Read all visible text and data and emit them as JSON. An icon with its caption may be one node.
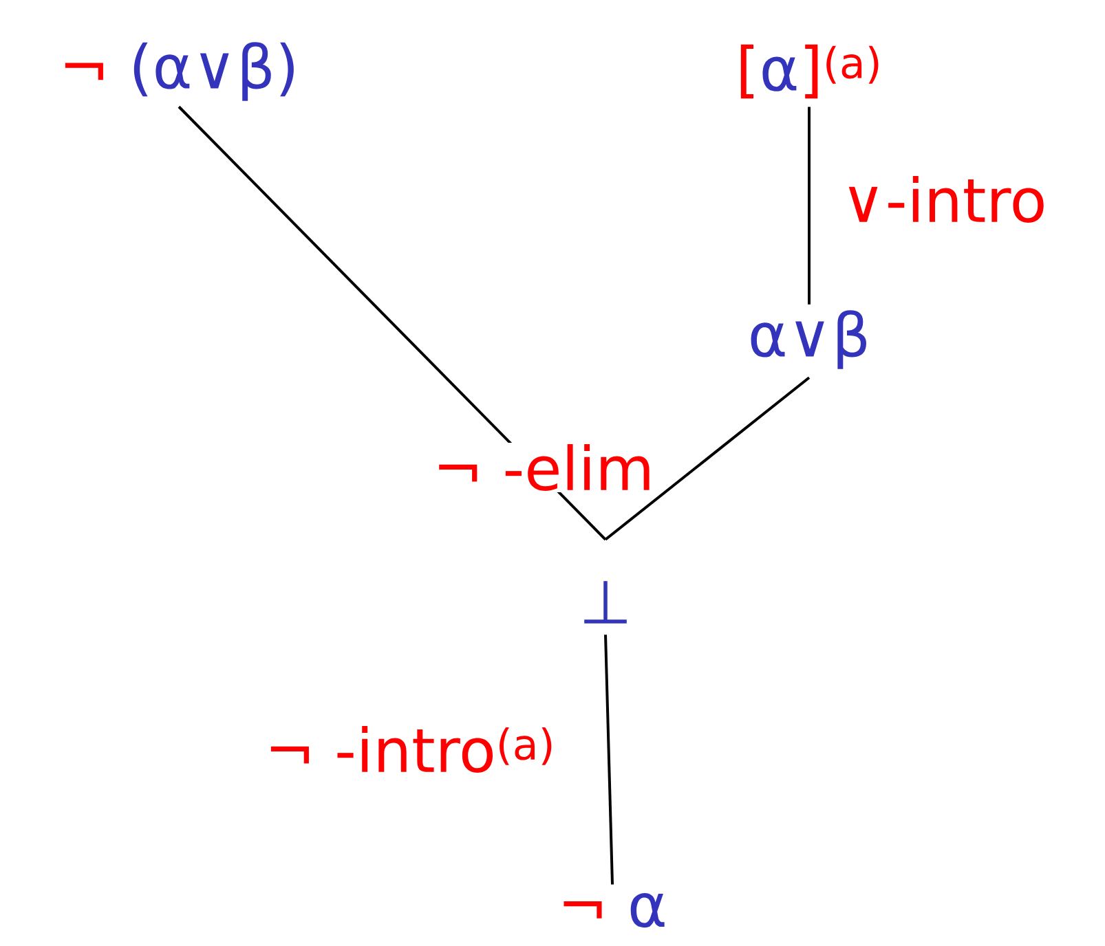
{
  "diagram": {
    "nodes": [
      {
        "text": [
          "¬",
          "(α∨β)"
        ]
      },
      {
        "text": [
          "[",
          "α",
          "]$^{(a)}$"
        ]
      },
      {
        "text": [
          "α∨β"
        ]
      },
      {
        "text": [
          "⊥"
        ]
      },
      {
        "text": [
          "¬",
          "α"
        ]
      }
    ],
    "edges": [
      {
        "from": 0,
        "to": 3,
        "arrow": "none"
      },
      {
        "from": 1,
        "to": 2,
        "arrow": "none",
        "label": "∨-intro"
      },
      {
        "from": 2,
        "to": 3,
        "arrow": "none"
      },
      {
        "from": 3,
        "to": 4,
        "arrow": "none",
        "label": "¬ -intro$^{(a)}$"
      }
    ],
    "labels": [
      "¬ -elim"
    ]
  }
}
